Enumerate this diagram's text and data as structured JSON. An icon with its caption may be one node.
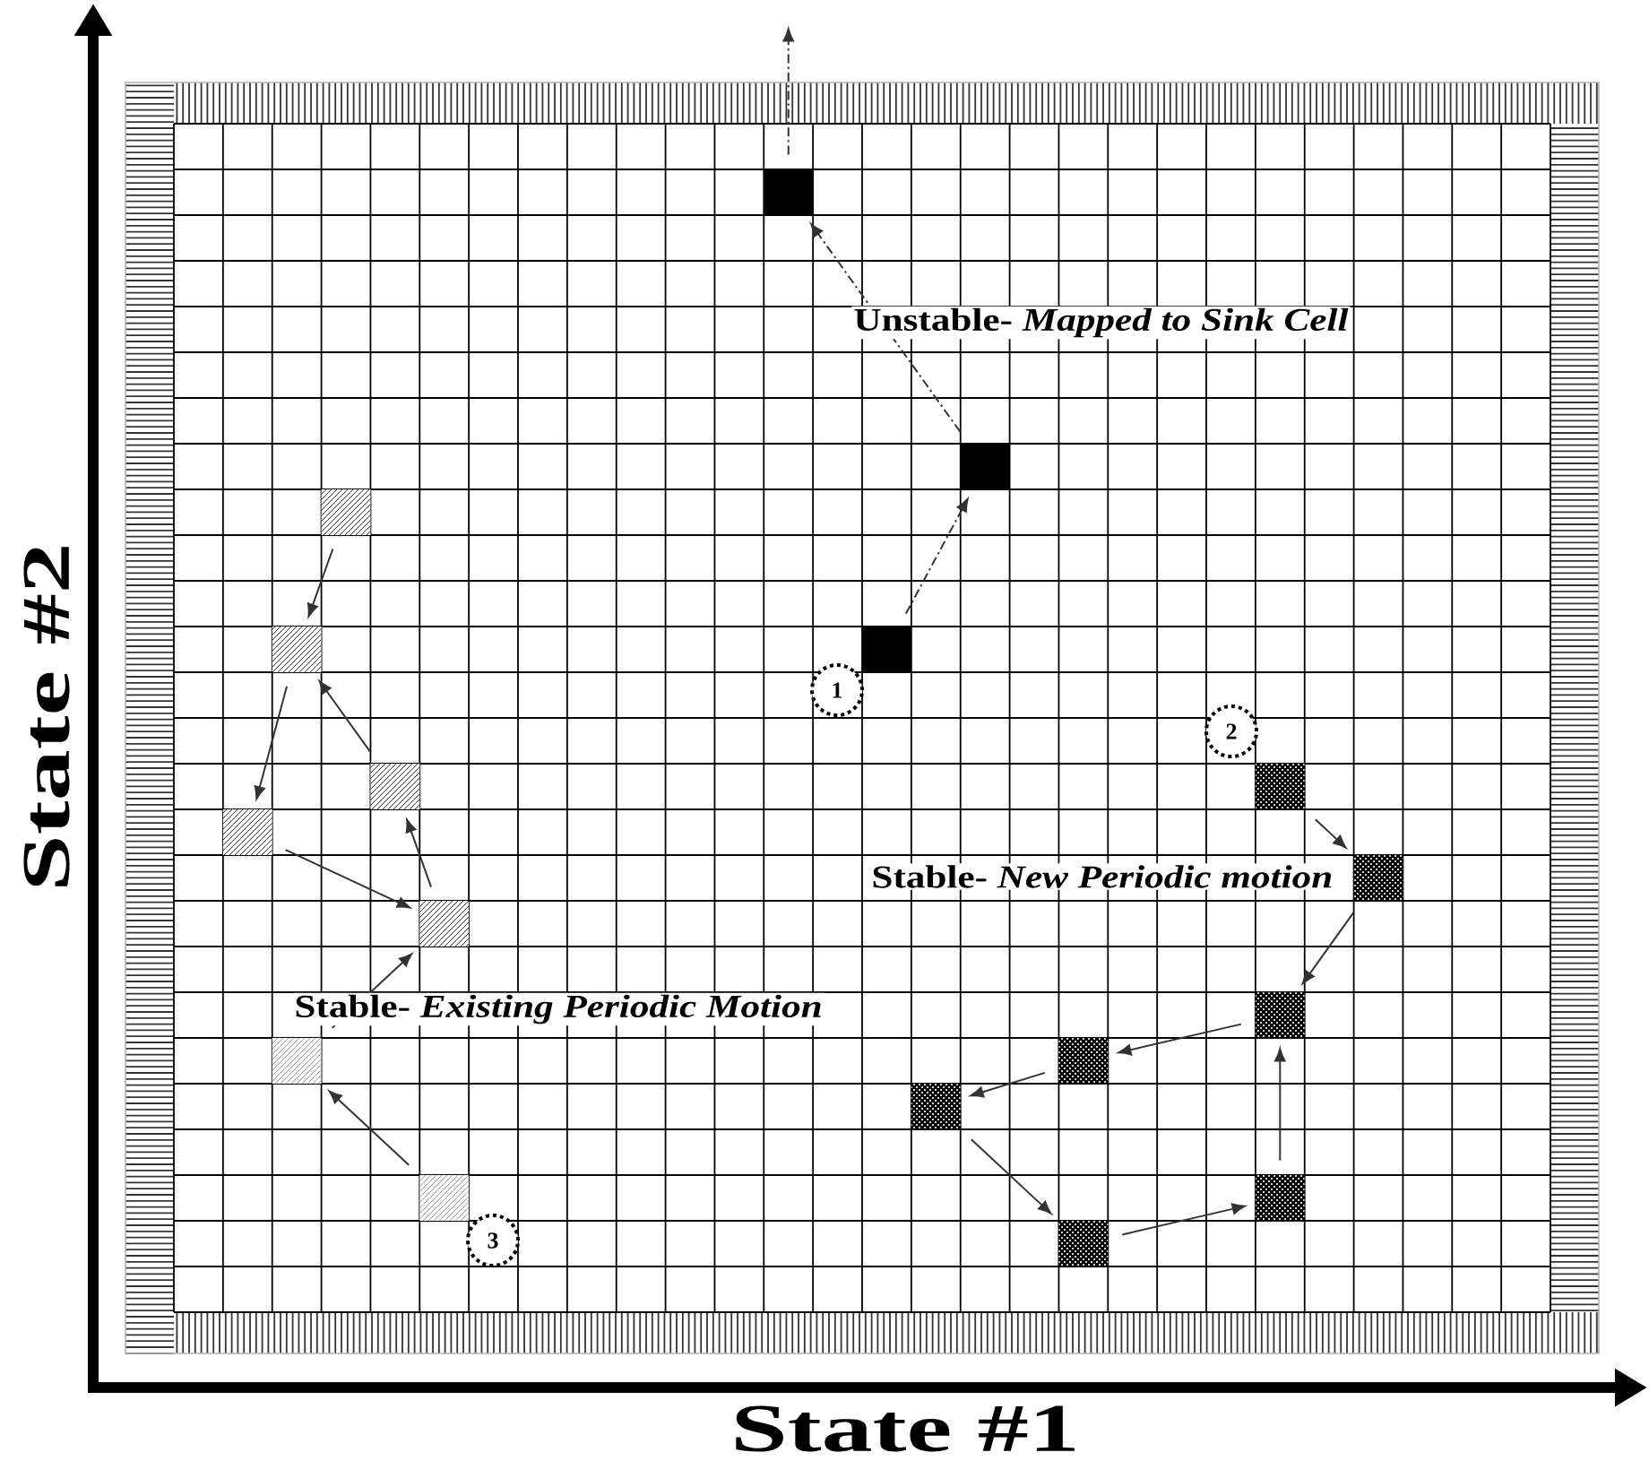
{
  "diagram": {
    "nodes": [
      {
        "text": [],
        "shape": "box"
      },
      {
        "text": [],
        "shape": "box"
      },
      {
        "text": [],
        "shape": "box"
      },
      {
        "text": [
          "1"
        ]
      },
      {
        "text": [],
        "shape": "box"
      },
      {
        "text": [],
        "shape": "box"
      },
      {
        "text": [],
        "shape": "box"
      },
      {
        "text": [],
        "shape": "box"
      },
      {
        "text": [],
        "shape": "box"
      },
      {
        "text": [],
        "shape": "box"
      },
      {
        "text": [],
        "shape": "box"
      },
      {
        "text": [
          "3"
        ]
      },
      {
        "text": [
          "2"
        ]
      },
      {
        "text": [],
        "shape": "box"
      },
      {
        "text": [],
        "shape": "box"
      },
      {
        "text": [],
        "shape": "box"
      },
      {
        "text": [],
        "shape": "box"
      },
      {
        "text": [],
        "shape": "box"
      },
      {
        "text": [],
        "shape": "box"
      },
      {
        "text": [],
        "shape": "box"
      }
    ],
    "edges": [
      {
        "from": 2,
        "to": 1,
        "arrow": "to",
        "style": "dashed"
      },
      {
        "from": 1,
        "to": 0,
        "arrow": "to",
        "style": "dashed"
      },
      {
        "from": 0,
        "to": null,
        "arrow": "to",
        "style": "dashed"
      },
      {
        "from": 4,
        "to": 5,
        "arrow": "to"
      },
      {
        "from": 5,
        "to": 7,
        "arrow": "to"
      },
      {
        "from": 7,
        "to": 8,
        "arrow": "to"
      },
      {
        "from": 8,
        "to": 6,
        "arrow": "to"
      },
      {
        "from": 6,
        "to": 5,
        "arrow": "to"
      },
      {
        "from": 9,
        "to": 8,
        "arrow": "to"
      },
      {
        "from": 10,
        "to": 9,
        "arrow": "to"
      },
      {
        "from": 13,
        "to": 14,
        "arrow": "to"
      },
      {
        "from": 14,
        "to": 15,
        "arrow": "to"
      },
      {
        "from": 15,
        "to": 16,
        "arrow": "to"
      },
      {
        "from": 16,
        "to": 17,
        "arrow": "to"
      },
      {
        "from": 17,
        "to": 19,
        "arrow": "to"
      },
      {
        "from": 19,
        "to": 18,
        "arrow": "to"
      },
      {
        "from": 18,
        "to": 15,
        "arrow": "to"
      }
    ],
    "labels": [
      "Unstable- *Mapped to Sink Cell*",
      "State #2",
      "Stable- *New Periodic motion*",
      "Stable- *Existing Periodic Motion*",
      "State #1"
    ]
  }
}
